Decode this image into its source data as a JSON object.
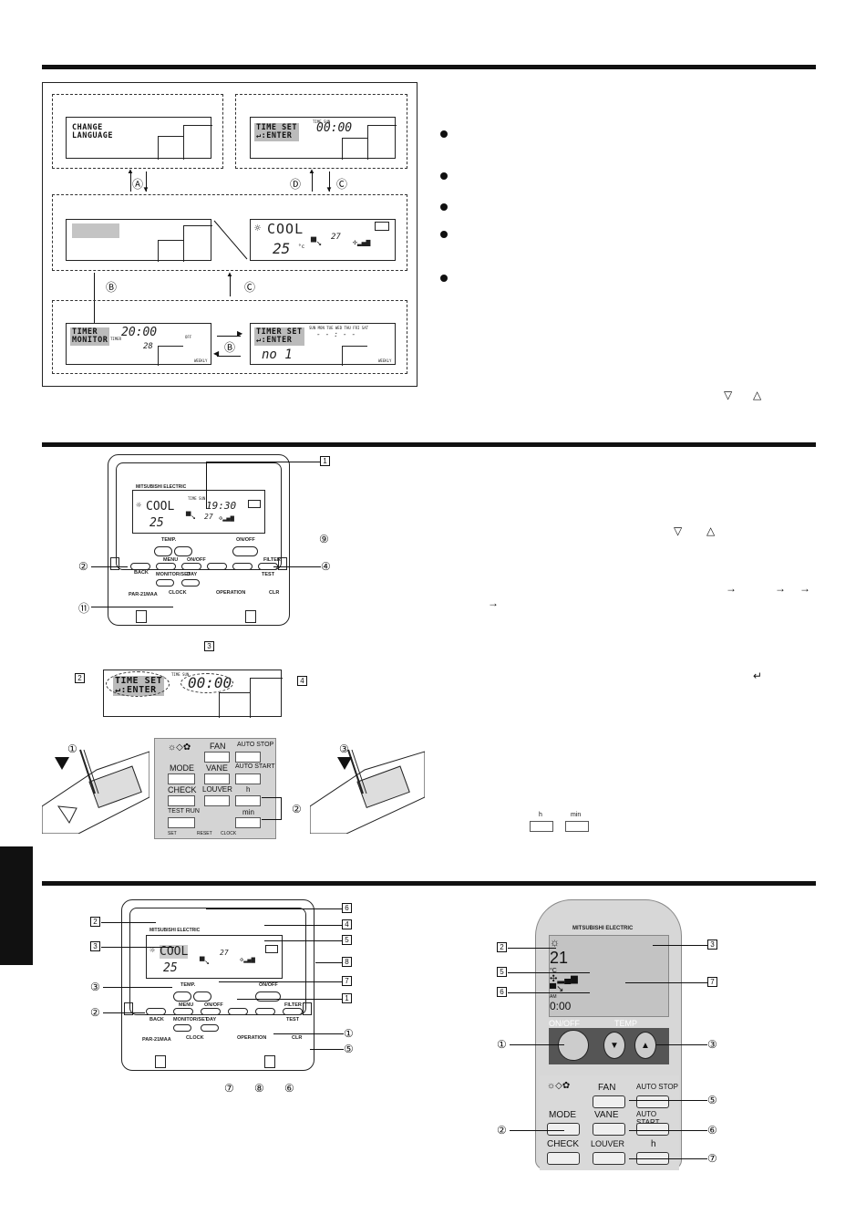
{
  "section1": {
    "lcd_change": [
      "CHANGE",
      "LANGUAGE"
    ],
    "lcd_timeset": [
      "TIME SET",
      "↵:ENTER"
    ],
    "lcd_timeset_time": "00:00",
    "lcd_timeset_mini": "TIME SUN",
    "lcd_cool": "COOL",
    "lcd_temp": "25",
    "lcd_temp_unit": "°c",
    "lcd_room": "27",
    "lcd_monitor": [
      "TIMER",
      "MONITOR"
    ],
    "lcd_monitor_time": "20:00",
    "lcd_monitor_temp": "28",
    "lcd_monitor_mini": "TIMER",
    "lcd_weekly": "WEEKLY",
    "lcd_off": "OFF",
    "lcd_timerset": [
      "TIMER SET",
      "↵:ENTER"
    ],
    "lcd_no": "no 1",
    "lcd_days": "SUN MON TUE WED THU FRI SAT",
    "lcd_dash": "- - : - -",
    "label_a": "Ⓐ",
    "label_b": "Ⓑ",
    "label_c": "Ⓒ",
    "label_d": "Ⓓ",
    "tri_down": "▽",
    "tri_up": "△"
  },
  "section2": {
    "brand": "MITSUBISHI ELECTRIC",
    "lcd_cool": "COOL",
    "lcd_time": "19:30",
    "lcd_mini": "TIME SUN",
    "lcd_temp": "25",
    "lcd_room": "27",
    "lbl_temp": "TEMP.",
    "lbl_onoff": "ON/OFF",
    "lbl_back": "BACK",
    "lbl_menu": "MENU",
    "lbl_onoff2": "ON/OFF",
    "lbl_monitor": "MONITOR/SET",
    "lbl_day": "DAY",
    "lbl_filter": "FILTER",
    "lbl_test": "TEST",
    "lbl_clock": "CLOCK",
    "lbl_par": "PAR-21MAA",
    "lbl_operation": "OPERATION",
    "lbl_clr": "CLR",
    "lbl_checkt": "CHECK",
    "callout_1": "1",
    "callout_2": "2",
    "callout_3": "3",
    "callout_4": "4",
    "c2": "②",
    "c4": "④",
    "c9": "⑨",
    "c11": "⑪",
    "c1": "①",
    "c3": "③",
    "tri_down": "▽",
    "tri_up": "△",
    "arrow_right": "→",
    "enter_symbol": "↵",
    "lcd2_time": "00:00",
    "lcd2_mini": "TIME SUN",
    "lcd2_text": [
      "TIME SET",
      "↵:ENTER"
    ],
    "keypad": {
      "fan": "FAN",
      "autostop": "AUTO STOP",
      "mode": "MODE",
      "vane": "VANE",
      "autostart": "AUTO START",
      "check": "CHECK",
      "louver": "LOUVER",
      "h": "h",
      "testrun": "TEST RUN",
      "min": "min",
      "set": "SET",
      "reset": "RESET",
      "clock": "CLOCK"
    },
    "key_h": "h",
    "key_min": "min"
  },
  "section3": {
    "brand": "MITSUBISHI ELECTRIC",
    "lcd_cool": "COOL",
    "lcd_temp": "25",
    "lcd_room": "27",
    "lbl_temp": "TEMP.",
    "lbl_onoff": "ON/OFF",
    "lbl_back": "BACK",
    "lbl_menu": "MENU",
    "lbl_onoff2": "ON/OFF",
    "lbl_monitor": "MONITOR/SET",
    "lbl_day": "DAY",
    "lbl_filter": "FILTER",
    "lbl_test": "TEST",
    "lbl_clock": "CLOCK",
    "lbl_par": "PAR-21MAA",
    "lbl_operation": "OPERATION",
    "lbl_clr": "CLR",
    "sq": [
      "1",
      "2",
      "3",
      "4",
      "5",
      "6",
      "7",
      "8"
    ],
    "c1": "①",
    "c2": "②",
    "c3": "③",
    "c5": "⑤",
    "c6": "⑥",
    "c7": "⑦",
    "c8": "⑧",
    "remote": {
      "brand": "MITSUBISHI ELECTRIC",
      "temp": "21",
      "unit": "°C",
      "am": "AM",
      "time": "0:00",
      "onoff": "ON/OFF",
      "temp_lbl": "TEMP",
      "fan": "FAN",
      "autostop": "AUTO STOP",
      "mode": "MODE",
      "vane": "VANE",
      "autostart": "AUTO START",
      "check": "CHECK",
      "louver": "LOUVER",
      "h": "h"
    }
  }
}
